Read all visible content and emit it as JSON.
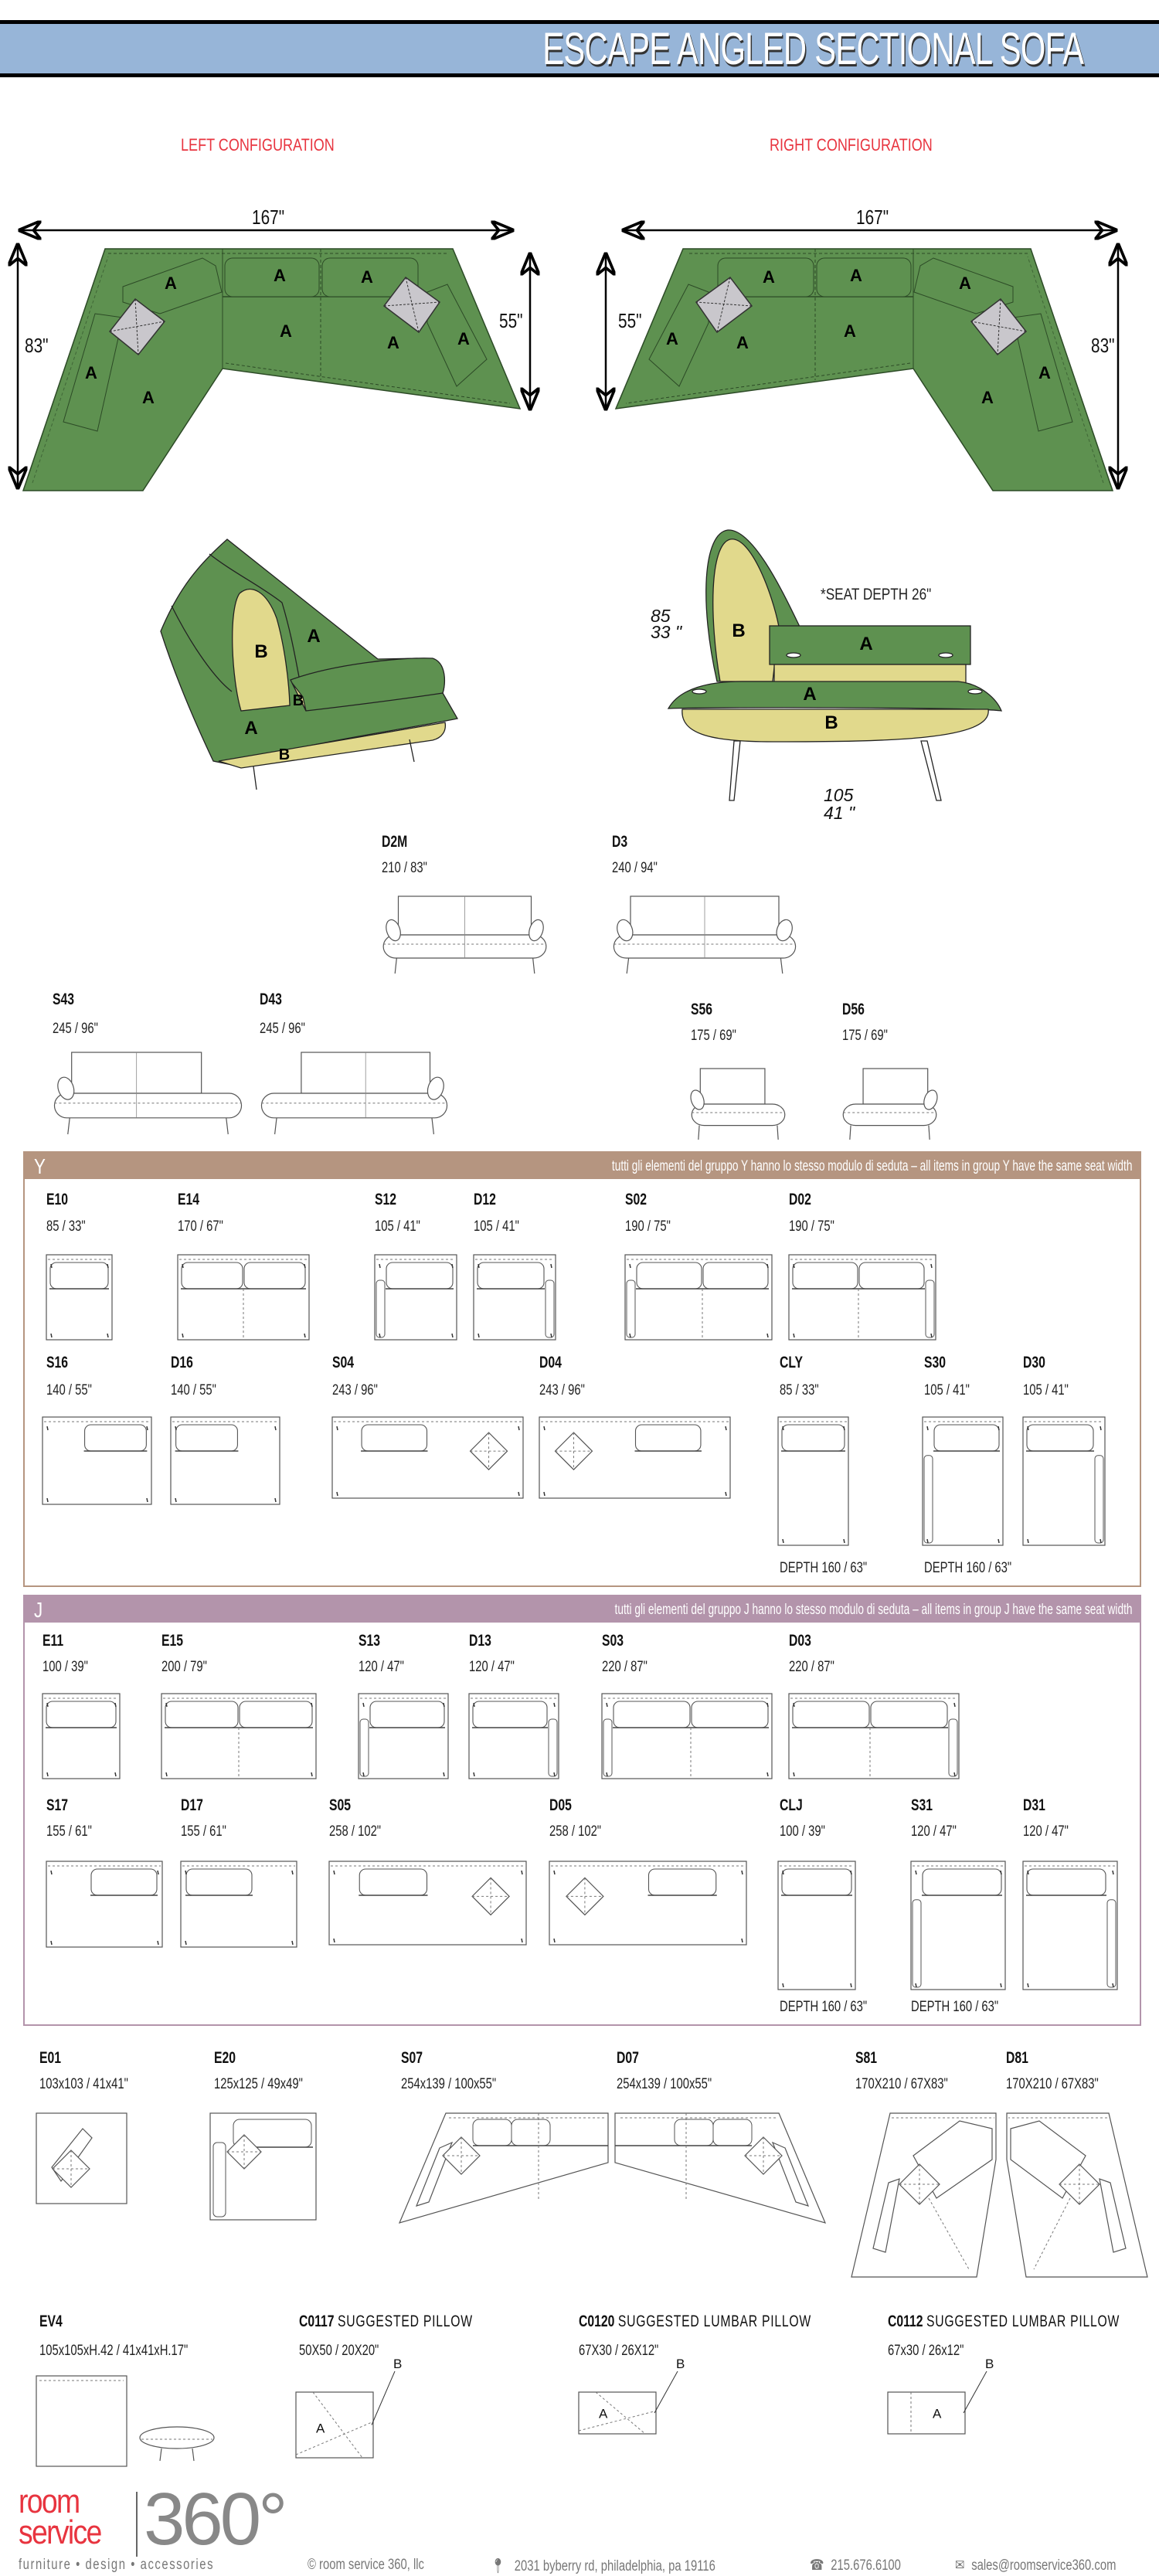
{
  "header": {
    "title": "ESCAPE ANGLED SECTIONAL SOFA"
  },
  "colors": {
    "header_band": "#97b5d8",
    "config_label": "#e8343f",
    "fabric_a": "#5e9150",
    "fabric_b": "#e1d98c",
    "pillow": "#c9c7cc",
    "group_y": "#b59580",
    "group_j": "#b394ab"
  },
  "fabric": {
    "a": "A",
    "b": "B"
  },
  "configurations": {
    "left": {
      "label": "LEFT CONFIGURATION",
      "width": "167\"",
      "depth_long": "83\"",
      "depth_short": "55\""
    },
    "right": {
      "label": "RIGHT CONFIGURATION",
      "width": "167\"",
      "depth_long": "83\"",
      "depth_short": "55\""
    }
  },
  "side_view": {
    "height_cm": "85",
    "height_in": "33 \"",
    "depth_cm": "105",
    "depth_in": "41 \"",
    "seat_depth": "*SEAT DEPTH 26\""
  },
  "front_items": [
    {
      "code": "D2M",
      "dims": "210 / 83\""
    },
    {
      "code": "D3",
      "dims": "240 / 94\""
    },
    {
      "code": "S43",
      "dims": "245 / 96\""
    },
    {
      "code": "D43",
      "dims": "245 / 96\""
    },
    {
      "code": "S56",
      "dims": "175 / 69\""
    },
    {
      "code": "D56",
      "dims": "175 / 69\""
    }
  ],
  "group_y": {
    "letter": "Y",
    "note": "tutti gli elementi del gruppo Y hanno lo stesso modulo di seduta  –  all items in group Y have the same seat width",
    "items": [
      {
        "code": "E10",
        "dims": "85 / 33\""
      },
      {
        "code": "E14",
        "dims": "170 / 67\""
      },
      {
        "code": "S12",
        "dims": "105 / 41\""
      },
      {
        "code": "D12",
        "dims": "105 / 41\""
      },
      {
        "code": "S02",
        "dims": "190 / 75\""
      },
      {
        "code": "D02",
        "dims": "190 / 75\""
      },
      {
        "code": "S16",
        "dims": "140 / 55\""
      },
      {
        "code": "D16",
        "dims": "140 / 55\""
      },
      {
        "code": "S04",
        "dims": "243 / 96\""
      },
      {
        "code": "D04",
        "dims": "243 / 96\""
      },
      {
        "code": "CLY",
        "dims": "85 / 33\"",
        "depth": "DEPTH  160 / 63\""
      },
      {
        "code": "S30",
        "dims": "105 / 41\"",
        "depth": "DEPTH  160 / 63\""
      },
      {
        "code": "D30",
        "dims": "105 / 41\""
      }
    ]
  },
  "group_j": {
    "letter": "J",
    "note": "tutti gli elementi del gruppo J hanno lo stesso modulo di seduta  –  all items in group J have the same seat width",
    "items": [
      {
        "code": "E11",
        "dims": "100 / 39\""
      },
      {
        "code": "E15",
        "dims": "200 / 79\""
      },
      {
        "code": "S13",
        "dims": "120 / 47\""
      },
      {
        "code": "D13",
        "dims": "120 / 47\""
      },
      {
        "code": "S03",
        "dims": "220 / 87\""
      },
      {
        "code": "D03",
        "dims": "220 / 87\""
      },
      {
        "code": "S17",
        "dims": "155 / 61\""
      },
      {
        "code": "D17",
        "dims": "155 / 61\""
      },
      {
        "code": "S05",
        "dims": "258 / 102\""
      },
      {
        "code": "D05",
        "dims": "258 / 102\""
      },
      {
        "code": "CLJ",
        "dims": "100 / 39\"",
        "depth": "DEPTH  160 / 63\""
      },
      {
        "code": "S31",
        "dims": "120 / 47\"",
        "depth": "DEPTH  160 / 63\""
      },
      {
        "code": "D31",
        "dims": "120 / 47\""
      }
    ]
  },
  "other_items": [
    {
      "code": "E01",
      "dims": "103x103  /  41x41\""
    },
    {
      "code": "E20",
      "dims": "125x125  /  49x49\""
    },
    {
      "code": "S07",
      "dims": "254x139  /  100x55\""
    },
    {
      "code": "D07",
      "dims": "254x139  /  100x55\""
    },
    {
      "code": "S81",
      "dims": "170X210  /  67X83\""
    },
    {
      "code": "D81",
      "dims": "170X210  /  67X83\""
    },
    {
      "code": "EV4",
      "dims": "105x105xH.42  /  41x41xH.17\""
    },
    {
      "code": "C0117",
      "name": "SUGGESTED  PILLOW",
      "dims": "50X50  /  20X20\""
    },
    {
      "code": "C0120",
      "name": "SUGGESTED  LUMBAR  PILLOW",
      "dims": "67X30  /  26X12\""
    },
    {
      "code": "C0112",
      "name": "SUGGESTED  LUMBAR  PILLOW",
      "dims": "67x30  /  26x12\""
    }
  ],
  "footer": {
    "logo": {
      "room": "room",
      "service": "service",
      "number": "360°"
    },
    "tagline": "furniture  •  design  •  accessories",
    "copyright": "© room service 360, llc",
    "address": "2031 byberry rd, philadelphia, pa 19116",
    "phone": "215.676.6100",
    "email": "sales@roomservice360.com",
    "icons": [
      "map-pin-icon",
      "phone-icon",
      "envelope-icon"
    ]
  }
}
